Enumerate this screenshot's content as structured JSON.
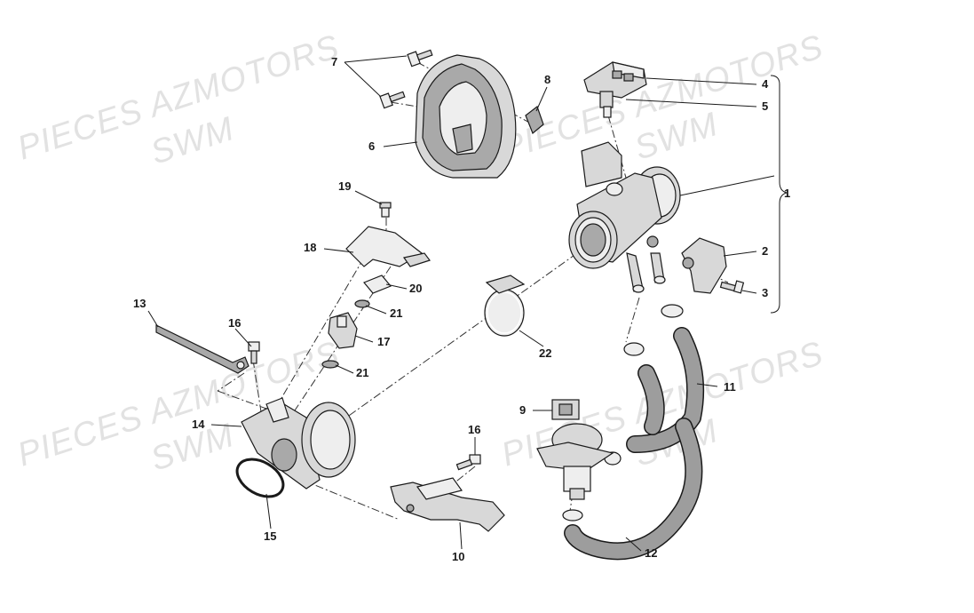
{
  "watermarks": [
    {
      "text": "PIECES AZMOTORS"
    },
    {
      "text": "SWM"
    },
    {
      "text": "PIECES AZMOTORS"
    },
    {
      "text": "SWM"
    },
    {
      "text": "PIECES AZMOTORS"
    },
    {
      "text": "SWM"
    },
    {
      "text": "PIECES AZMOTORS"
    },
    {
      "text": "SWM"
    }
  ],
  "callouts": [
    {
      "id": "1",
      "label": "1"
    },
    {
      "id": "2",
      "label": "2"
    },
    {
      "id": "3",
      "label": "3"
    },
    {
      "id": "4",
      "label": "4"
    },
    {
      "id": "5",
      "label": "5"
    },
    {
      "id": "6",
      "label": "6"
    },
    {
      "id": "7",
      "label": "7"
    },
    {
      "id": "8",
      "label": "8"
    },
    {
      "id": "9",
      "label": "9"
    },
    {
      "id": "10",
      "label": "10"
    },
    {
      "id": "11",
      "label": "11"
    },
    {
      "id": "12",
      "label": "12"
    },
    {
      "id": "13",
      "label": "13"
    },
    {
      "id": "14",
      "label": "14"
    },
    {
      "id": "15",
      "label": "15"
    },
    {
      "id": "16a",
      "label": "16"
    },
    {
      "id": "16b",
      "label": "16"
    },
    {
      "id": "17",
      "label": "17"
    },
    {
      "id": "18",
      "label": "18"
    },
    {
      "id": "19",
      "label": "19"
    },
    {
      "id": "20",
      "label": "20"
    },
    {
      "id": "21a",
      "label": "21"
    },
    {
      "id": "21b",
      "label": "21"
    },
    {
      "id": "22",
      "label": "22"
    }
  ]
}
